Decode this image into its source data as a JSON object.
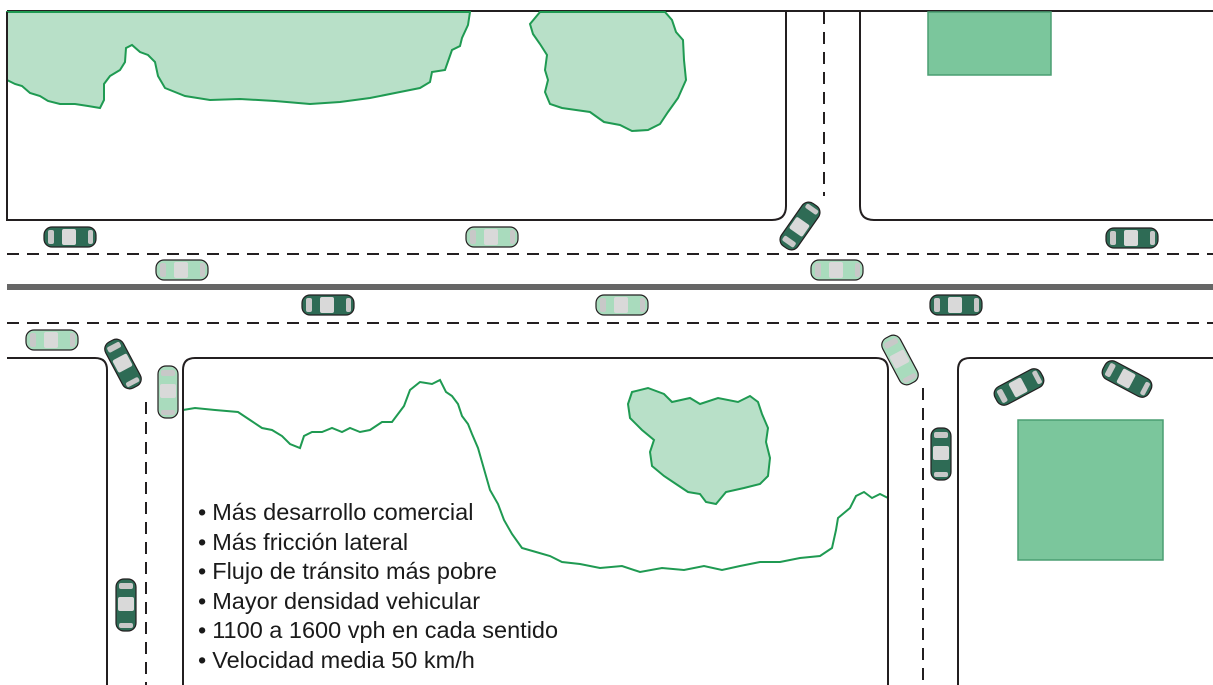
{
  "colors": {
    "outline": "#231f20",
    "median": "#666666",
    "vegetation_fill": "#b8e0c8",
    "vegetation_edge": "#1f9a52",
    "building_fill": "#7bc69c",
    "building_edge": "#4a9e72",
    "car_dark": "#2e6b55",
    "car_light": "#a9dbbd",
    "car_glass": "#d9d9d9"
  },
  "legend": {
    "items": [
      "Más desarrollo comercial",
      "Más fricción lateral",
      "Flujo de tránsito más pobre",
      "Mayor densidad vehicular",
      "1100 a 1600 vph en cada sentido",
      "Velocidad media 50 km/h"
    ]
  }
}
